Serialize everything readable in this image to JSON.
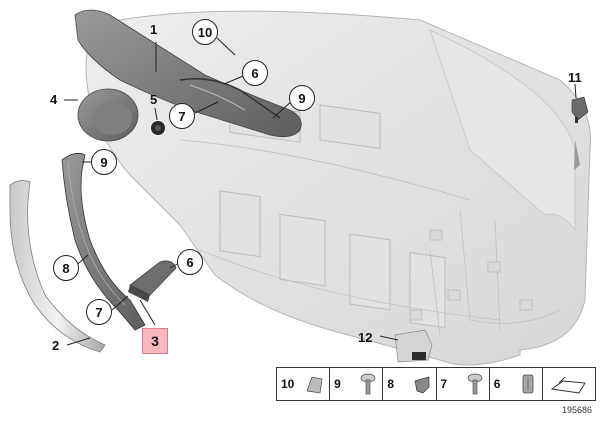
{
  "callouts": {
    "c1": "1",
    "c10": "10",
    "c6a": "6",
    "c4": "4",
    "c5": "5",
    "c7a": "7",
    "c9a": "9",
    "c11": "11",
    "c9b": "9",
    "c8": "8",
    "c6b": "6",
    "c7b": "7",
    "c2": "2",
    "c3": "3",
    "c12": "12"
  },
  "legend": [
    "10",
    "9",
    "8",
    "7",
    "6"
  ],
  "diagram_id": "195686"
}
